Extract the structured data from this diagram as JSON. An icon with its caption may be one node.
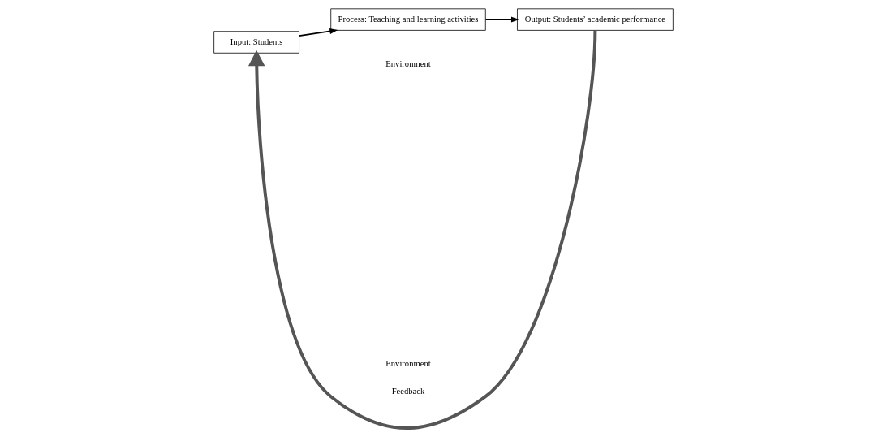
{
  "diagram": {
    "nodes": [
      {
        "text": [
          "Input: Students"
        ]
      },
      {
        "text": [
          "Process: Teaching and learning activities"
        ]
      },
      {
        "text": [
          "Output: Students’ academic performance"
        ]
      }
    ],
    "edges": [
      {
        "from": 0,
        "to": 1,
        "arrow": "to"
      },
      {
        "from": 1,
        "to": 2,
        "arrow": "to"
      },
      {
        "from": 2,
        "to": 0,
        "arrow": "to",
        "label": "Feedback",
        "style": "thick"
      }
    ],
    "labels": [
      "Environment",
      "Environment"
    ]
  }
}
